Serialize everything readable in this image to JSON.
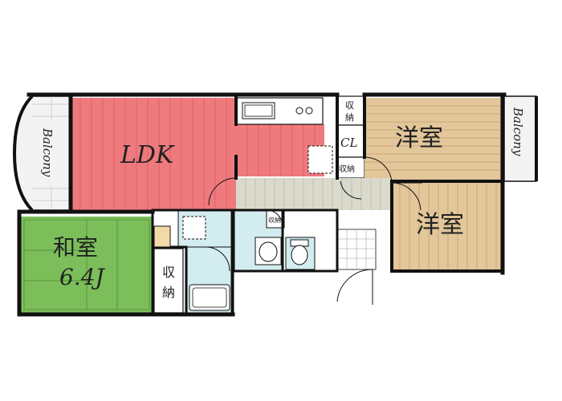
{
  "rooms": {
    "ldk": {
      "label": "LDK",
      "color": "#ef7a7e"
    },
    "washitsu": {
      "label_top": "和室",
      "label_bottom": "6.4J",
      "color": "#7cbf5a"
    },
    "yoshitsu_1": {
      "label": "洋室",
      "color": "#e3c69a"
    },
    "yoshitsu_2": {
      "label": "洋室",
      "color": "#e3c69a"
    },
    "corridor": {
      "color": "#d9dacc"
    },
    "wash": {
      "color": "#d3ecef"
    }
  },
  "storage": {
    "kitchen_side": {
      "line1": "収",
      "line2": "納"
    },
    "cl": {
      "label": "CL"
    },
    "under_cl": {
      "line1": "収",
      "line2": "納"
    },
    "washitsu": {
      "line1": "収",
      "line2": "納"
    },
    "center": {
      "label": "収納"
    }
  },
  "balcony": {
    "left": {
      "label": "Balcony"
    },
    "right": {
      "label": "Balcony"
    }
  },
  "icons": [
    "kitchen-sink-icon",
    "stove-icon",
    "washbasin-icon",
    "toilet-icon",
    "bathtub-icon",
    "washing-machine-icon"
  ]
}
